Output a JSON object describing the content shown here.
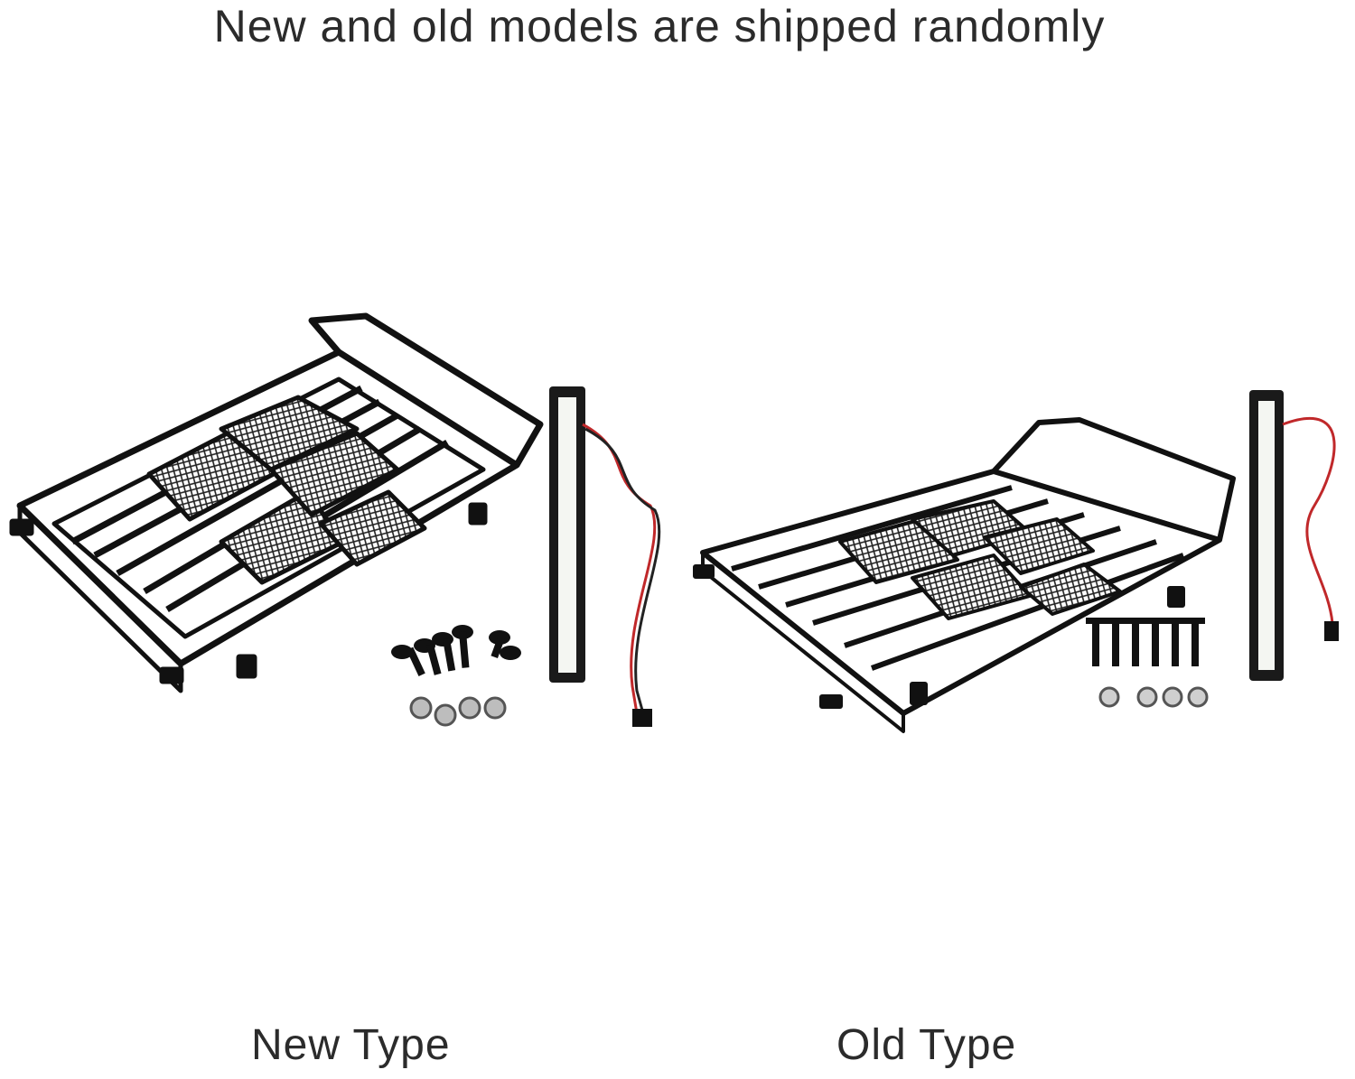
{
  "header": {
    "title": "New and old models are shipped randomly"
  },
  "products": [
    {
      "caption": "New Type",
      "items": [
        "roof-rack",
        "led-light-bar",
        "screws",
        "nuts"
      ]
    },
    {
      "caption": "Old Type",
      "items": [
        "roof-rack",
        "led-light-bar",
        "screws",
        "nuts"
      ]
    }
  ],
  "colors": {
    "text": "#2b2b2b",
    "metal": "#111111",
    "led": "#f4f6f2",
    "wire_red": "#c0282a"
  }
}
